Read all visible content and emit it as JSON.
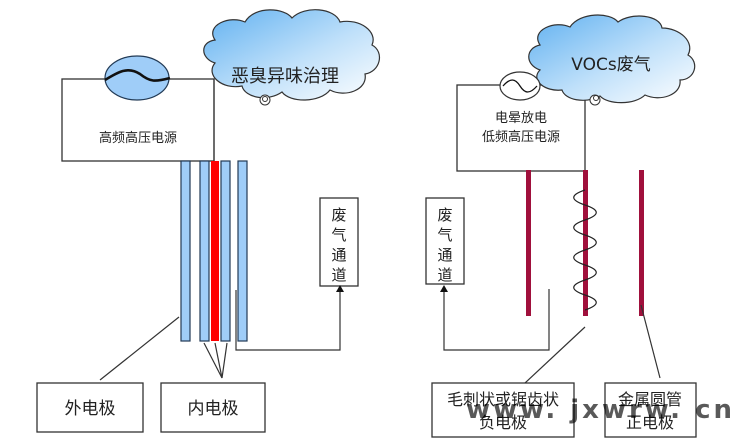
{
  "left_diagram": {
    "cloud_label": "恶臭异味治理",
    "power_supply_label": "高频高压电源",
    "gas_channel_label": [
      "废",
      "气",
      "通",
      "道"
    ],
    "outer_electrode_label": "外电极",
    "inner_electrode_label": "内电极",
    "colors": {
      "dielectric_plate": "#9fcdf8",
      "hv_electrode": "#ff0000",
      "power_symbol": "#9fcdf8"
    }
  },
  "right_diagram": {
    "cloud_label": "VOCs废气",
    "power_supply_label_line1": "电晕放电",
    "power_supply_label_line2": "低频高压电源",
    "gas_channel_label": [
      "废",
      "气",
      "通",
      "道"
    ],
    "negative_electrode_label_line1": "毛刺状或锯齿状",
    "negative_electrode_label_line2": "负电极",
    "positive_electrode_label_line1": "金属圆管",
    "positive_electrode_label_line2": "正电极",
    "colors": {
      "electrode_rod": "#a0103c"
    }
  },
  "watermark": "www. jxwrw. cn"
}
